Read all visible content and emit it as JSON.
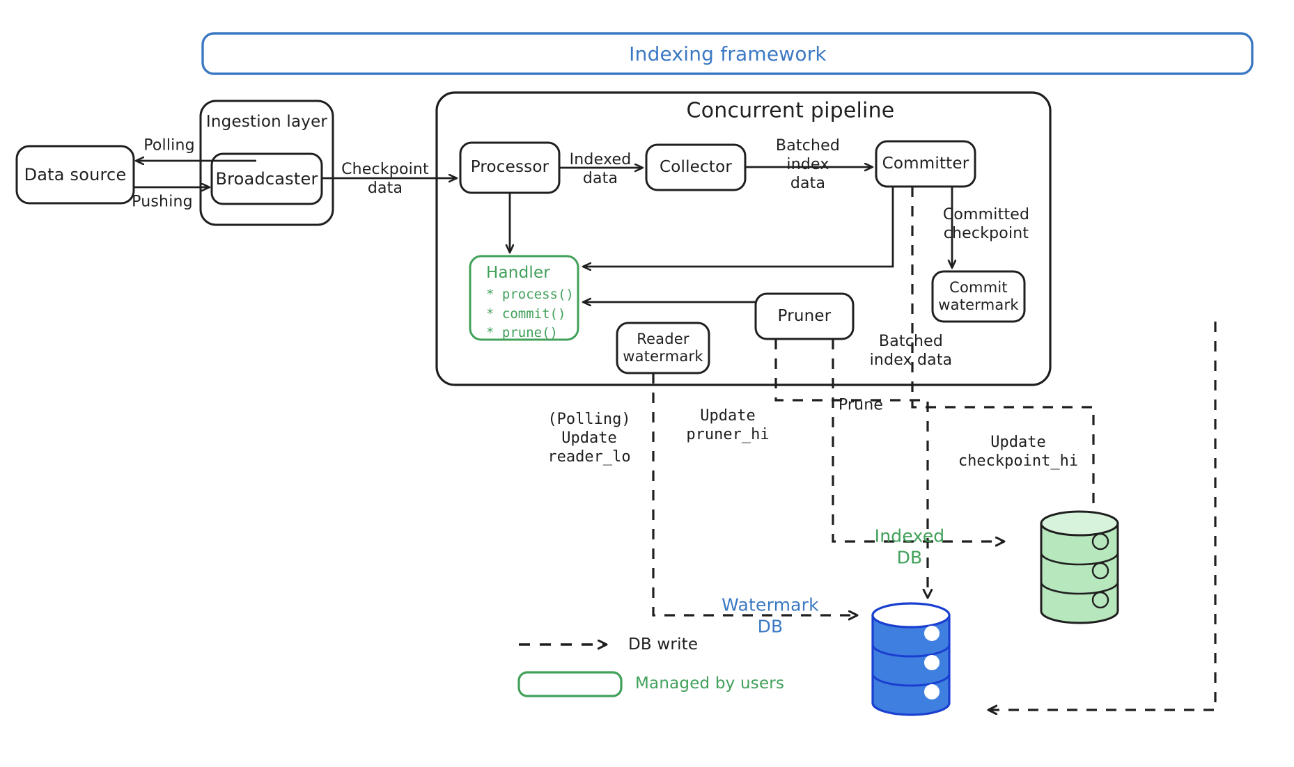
{
  "diagram": {
    "title_banner": "Indexing framework",
    "pipeline_title": "Concurrent pipeline",
    "ingestion_title": "Ingestion layer",
    "colors": {
      "blue": "#3b78c3",
      "green": "#41a05a",
      "db_blue_fill": "#3e7fe0",
      "db_blue_stroke": "#1a3fd0",
      "db_green_fill": "#b7e7bd",
      "ink": "#1f1f1f"
    }
  },
  "nodes": {
    "data_source": "Data source",
    "broadcaster": "Broadcaster",
    "processor": "Processor",
    "collector": "Collector",
    "committer": "Committer",
    "commit_watermark": "Commit\nwatermark",
    "reader_watermark": "Reader\nwatermark",
    "pruner": "Pruner",
    "handler_title": "Handler",
    "handler_methods": [
      "* process()",
      "* commit()",
      "* prune()"
    ],
    "watermark_db": "Watermark\nDB",
    "indexed_db": "Indexed\nDB"
  },
  "edge_labels": {
    "polling": "Polling",
    "pushing": "Pushing",
    "checkpoint_data": "Checkpoint\ndata",
    "indexed_data": "Indexed\ndata",
    "batched_index_data_top": "Batched\nindex\ndata",
    "committed_checkpoint": "Committed\ncheckpoint",
    "batched_index_data_lower": "Batched\nindex data",
    "prune": "Prune",
    "polling_update_reader_lo": "(Polling)\nUpdate\nreader_lo",
    "update_pruner_hi": "Update\npruner_hi",
    "update_checkpoint_hi": "Update\ncheckpoint_hi"
  },
  "legend": {
    "db_write": "DB write",
    "managed_by_users": "Managed by users"
  }
}
